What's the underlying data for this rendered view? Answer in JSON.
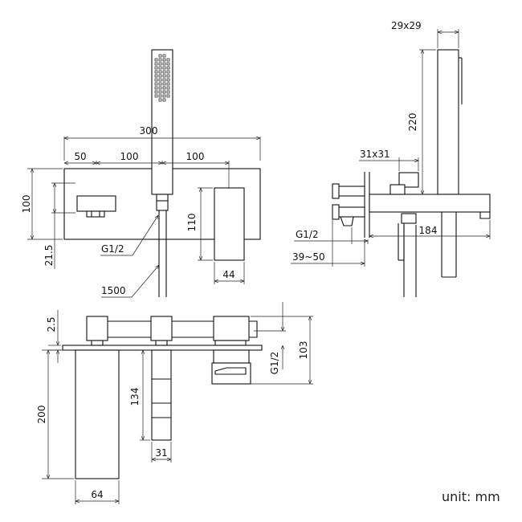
{
  "dimensions": {
    "front_total_width": "300",
    "front_seg_1": "50",
    "front_seg_2": "100",
    "front_seg_3": "100",
    "front_plate_height": "100",
    "front_offset": "21.5",
    "front_thread": "G1/2",
    "hose_length": "1500",
    "spout_height": "110",
    "spout_width": "44",
    "handshower_size": "29x29",
    "handshower_length": "220",
    "holder_size": "31x31",
    "side_thread": "G1/2",
    "side_projection": "184",
    "wall_depth": "39~50",
    "top_plate": "2.5",
    "body_height": "103",
    "top_thread": "G1/2",
    "spout_length": "200",
    "spout_depth": "64",
    "holder_length": "134",
    "holder_width": "31"
  },
  "unit_label": "unit: mm"
}
